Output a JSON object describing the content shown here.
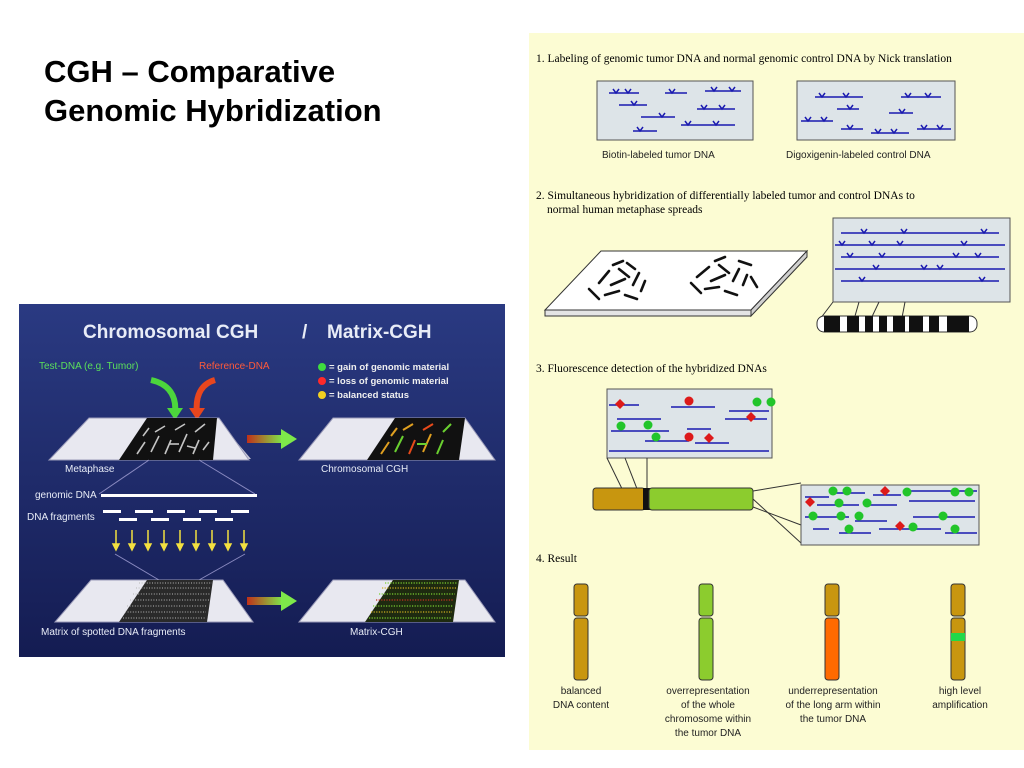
{
  "slide": {
    "title_line1": "CGH – Comparative",
    "title_line2": "Genomic Hybridization"
  },
  "left_figure": {
    "title_left": "Chromosomal CGH",
    "title_sep": "/",
    "title_right": "Matrix-CGH",
    "test_dna": "Test-DNA (e.g. Tumor)",
    "reference_dna": "Reference-DNA",
    "legend": [
      {
        "label": "= gain of genomic material",
        "color": "#3fdc3f"
      },
      {
        "label": "= loss of genomic material",
        "color": "#ff2a2a"
      },
      {
        "label": "= balanced status",
        "color": "#f2d020"
      }
    ],
    "metaphase_label": "Metaphase",
    "chromosomal_cgh_label": "Chromosomal  CGH",
    "genomic_dna_label": "genomic DNA",
    "dna_fragments_label": "DNA fragments",
    "matrix_label": "Matrix of spotted DNA fragments",
    "matrix_cgh_label": "Matrix-CGH",
    "background_color": "#1e2a6e"
  },
  "right_figure": {
    "step1": "1. Labeling of genomic tumor DNA and normal genomic control DNA by Nick translation",
    "caption_tumor": "Biotin-labeled tumor DNA",
    "caption_control": "Digoxigenin-labeled control DNA",
    "step2_line1": "2. Simultaneous hybridization of differentially labeled tumor and control DNAs to",
    "step2_line2": "normal human metaphase spreads",
    "step3": "3. Fluorescence detection of the hybridized DNAs",
    "step4": "4. Result",
    "results": [
      {
        "lines": [
          "balanced",
          "DNA content"
        ],
        "color": "#c8960f"
      },
      {
        "lines": [
          "overrepresentation",
          "of the whole",
          "chromosome within",
          "the tumor DNA"
        ],
        "color": "#8ccc2e"
      },
      {
        "lines": [
          "underrepresentation",
          "of the long arm within",
          "the tumor DNA"
        ],
        "color": "#ff6a00"
      },
      {
        "lines": [
          "high level",
          "amplification"
        ],
        "color": "#c8960f"
      }
    ],
    "background_color": "#fcfcd3"
  }
}
